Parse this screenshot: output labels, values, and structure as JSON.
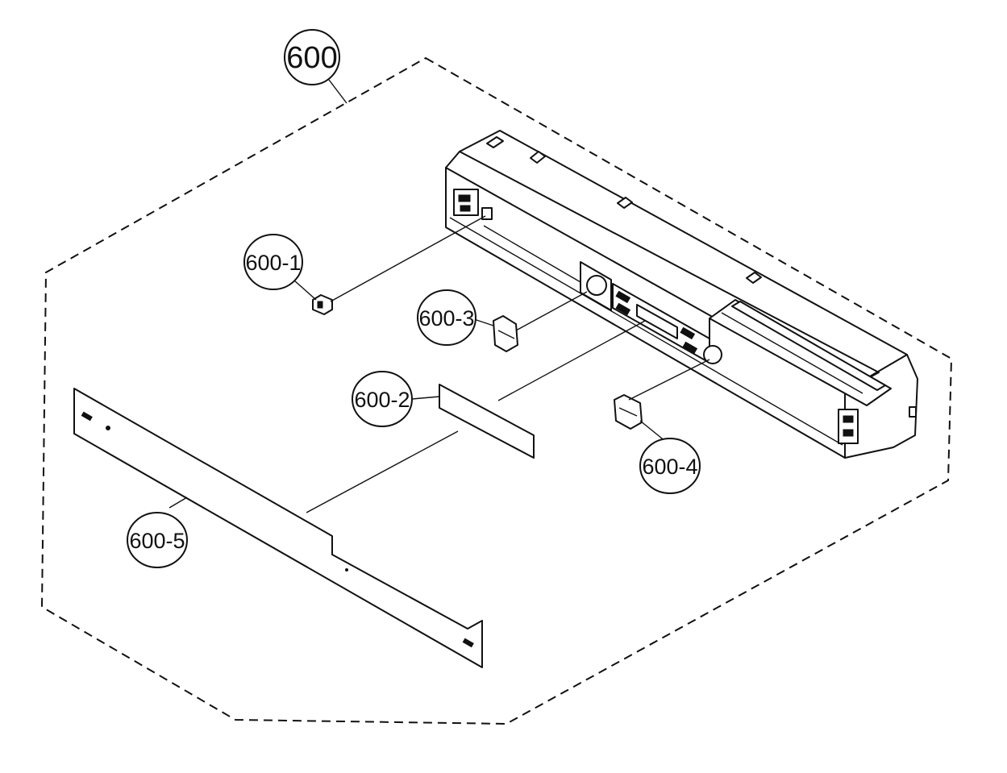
{
  "callouts": {
    "main": "600",
    "p1": "600-1",
    "p2": "600-2",
    "p3": "600-3",
    "p4": "600-4",
    "p5": "600-5"
  }
}
